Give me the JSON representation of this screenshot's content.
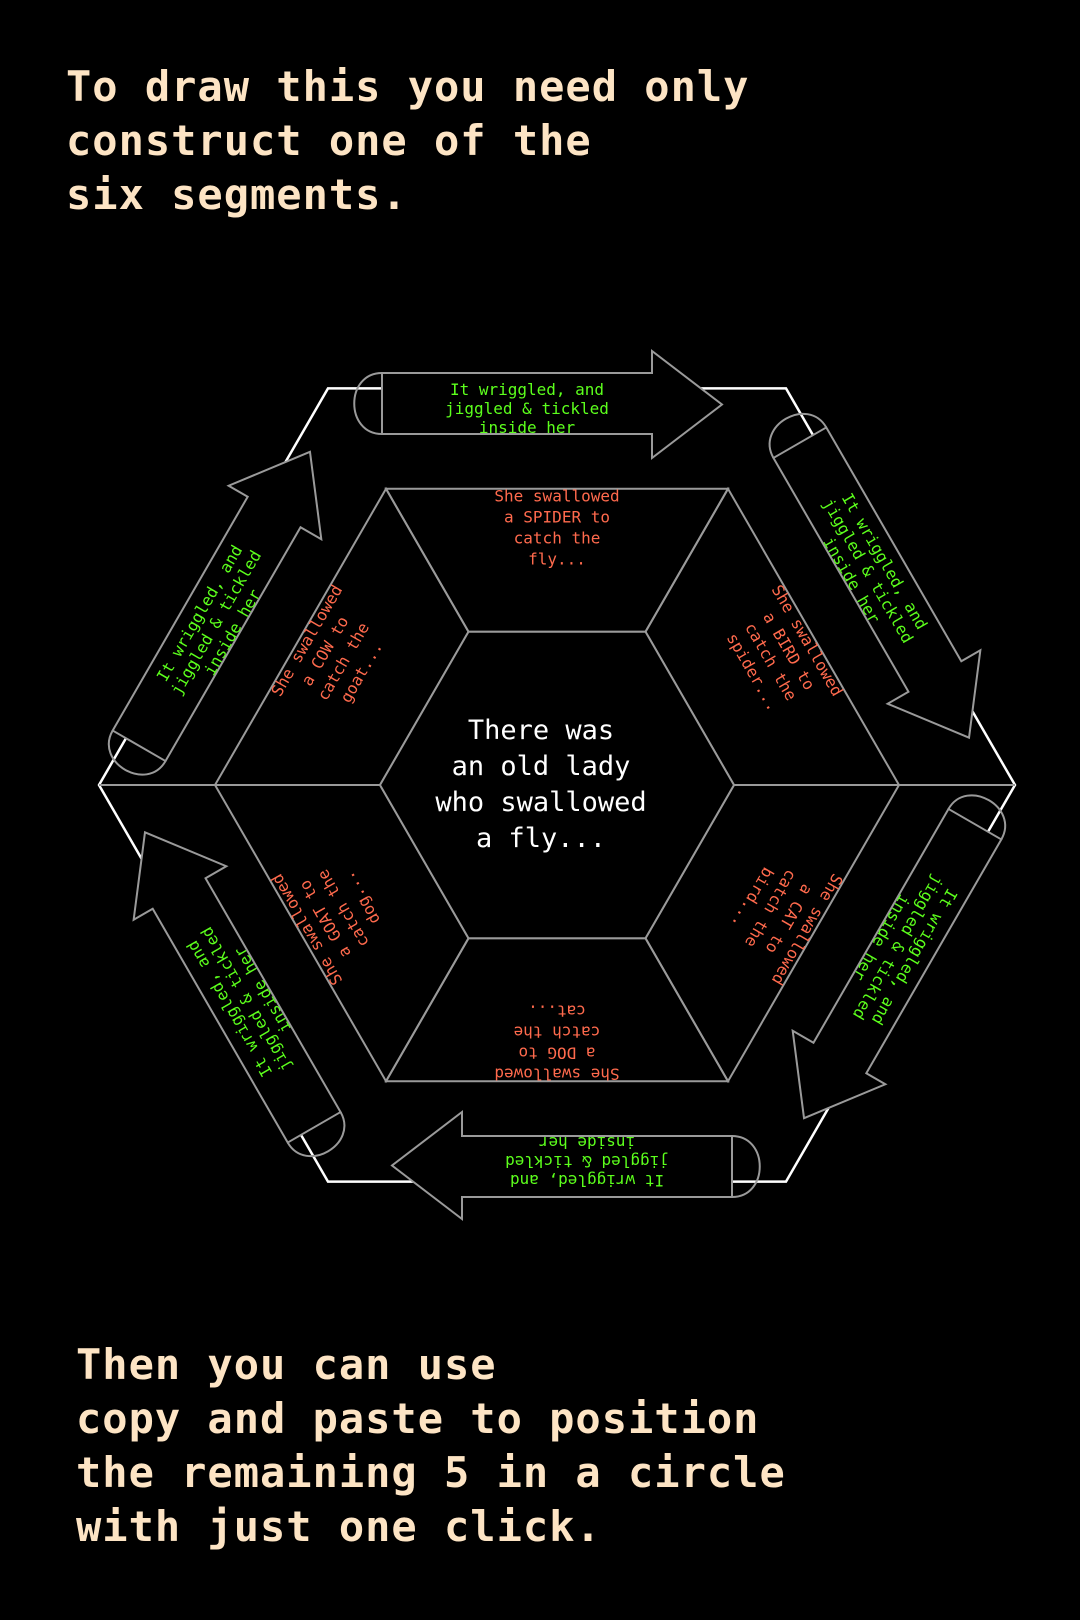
{
  "top_caption": "To draw this you need only\nconstruct one of the\nsix segments.",
  "bottom_caption": "Then you can use\ncopy and paste to position\nthe remaining 5 in a circle\nwith just one click.",
  "center_text": [
    "There was",
    "an old lady",
    "who swallowed",
    "a fly..."
  ],
  "segments": [
    {
      "animal_text": [
        "She swallowed",
        "a SPIDER to",
        "catch the",
        "fly..."
      ],
      "arrow_text": [
        "It wriggled, and",
        "jiggled & tickled",
        "inside her"
      ]
    },
    {
      "animal_text": [
        "She swallowed",
        "a BIRD to",
        "catch the",
        "spider..."
      ],
      "arrow_text": [
        "It wriggled, and",
        "jiggled & tickled",
        "inside her"
      ]
    },
    {
      "animal_text": [
        "She swallowed",
        "a CAT to",
        "catch the",
        "bird..."
      ],
      "arrow_text": [
        "It wriggled, and",
        "jiggled & tickled",
        "inside her"
      ]
    },
    {
      "animal_text": [
        "She swallowed",
        "a DOG to",
        "catch the",
        "cat..."
      ],
      "arrow_text": [
        "It wriggled, and",
        "jiggled & tickled",
        "inside her"
      ]
    },
    {
      "animal_text": [
        "She swallowed",
        "a GOAT to",
        "catch the",
        "dog..."
      ],
      "arrow_text": [
        "It wriggled, and",
        "jiggled & tickled",
        "inside her"
      ]
    },
    {
      "animal_text": [
        "She swallowed",
        "a COW to",
        "catch the",
        "goat..."
      ],
      "arrow_text": [
        "It wriggled, and",
        "jiggled & tickled",
        "inside her"
      ]
    }
  ],
  "colors": {
    "background": "#000000",
    "caption": "#fde4c4",
    "center_text": "#ffffff",
    "animal_text": "#ff6a4d",
    "arrow_text": "#5cff1c",
    "outline": "#ffffff",
    "segment_lines": "#9a9a9a"
  }
}
